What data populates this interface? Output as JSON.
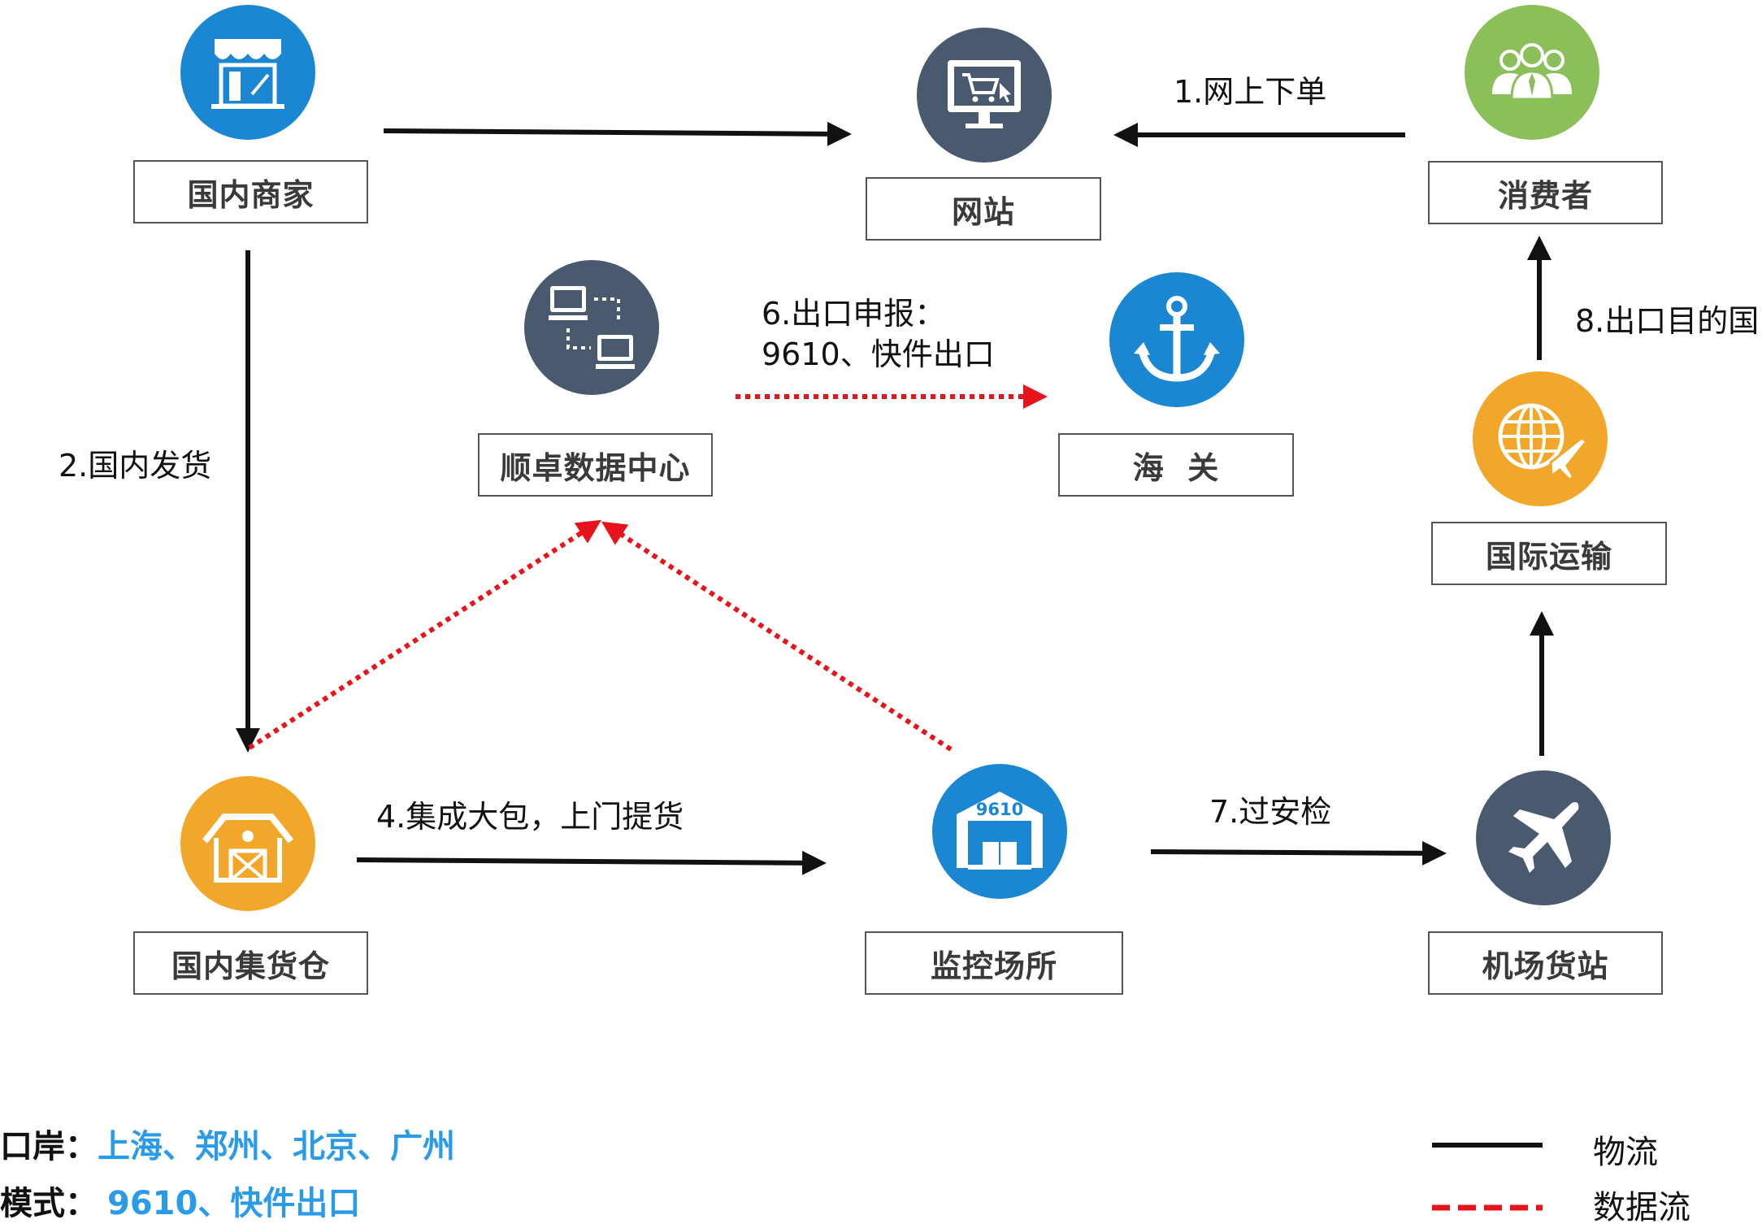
{
  "nodes": {
    "merchant": "国内商家",
    "website": "网站",
    "consumer": "消费者",
    "datacenter": "顺卓数据中心",
    "customs": "海  关",
    "intl_transport": "国际运输",
    "warehouse": "国内集货仓",
    "supervision": "监控场所",
    "airport": "机场货站"
  },
  "steps": {
    "s1": "1.网上下单",
    "s2": "2.国内发货",
    "s4": "4.集成大包，上门提货",
    "s6a": "6.出口申报：",
    "s6b": "9610、快件出口",
    "s7": "7.过安检",
    "s8": "8.出口目的国"
  },
  "icons": {
    "merchant": "storefront-icon",
    "website": "shopping-cart-monitor-icon",
    "consumer": "people-group-icon",
    "datacenter": "network-computers-icon",
    "customs": "anchor-icon",
    "intl_transport": "globe-plane-icon",
    "warehouse": "barn-icon",
    "supervision": "warehouse-9610-icon",
    "airport": "airplane-icon",
    "warehouse_code": "9610"
  },
  "colors": {
    "blue": "#1b87d2",
    "slate": "#4a5a6e",
    "green": "#8bbf5a",
    "orange": "#f3a72a",
    "logistics": "#111111",
    "dataflow": "#e8141b",
    "value_text": "#2b9be8"
  },
  "footer": {
    "port_label": "口岸：",
    "port_value": "上海、郑州、北京、广州",
    "mode_label": "模式：",
    "mode_value": "9610、快件出口"
  },
  "legend": {
    "logistics": "物流",
    "dataflow": "数据流"
  }
}
